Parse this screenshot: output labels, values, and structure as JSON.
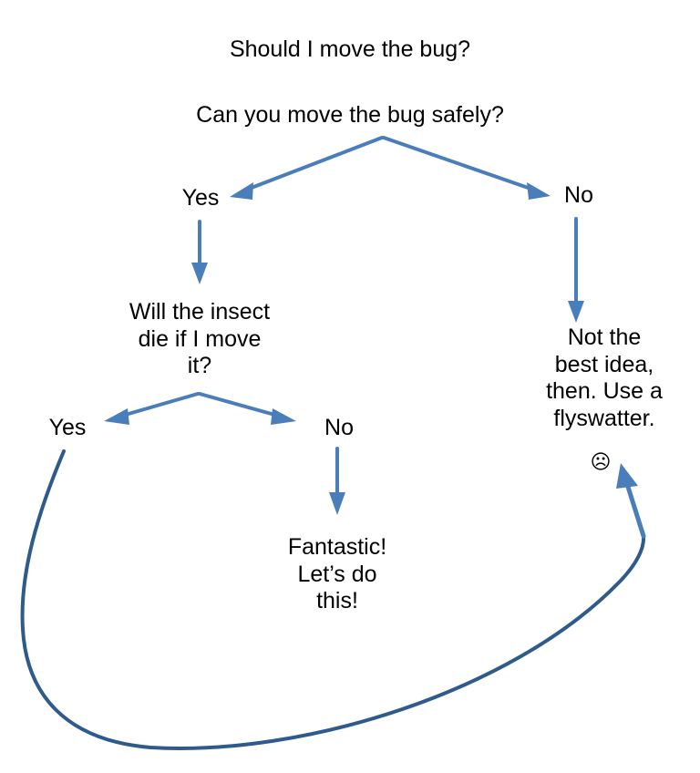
{
  "diagram": {
    "title": "Should I move the bug?",
    "type": "flowchart",
    "background_color": "#ffffff",
    "colors": {
      "arrow_blue": "#4a7ebb",
      "loop_curve_blue": "#2e5a8c",
      "text_black": "#000000"
    },
    "nodes": [
      {
        "id": "title",
        "text": "Should I move the bug?",
        "role": "title"
      },
      {
        "id": "q1",
        "text": "Can you move the bug safely?",
        "role": "decision"
      },
      {
        "id": "q1-yes",
        "text": "Yes",
        "role": "branch-label"
      },
      {
        "id": "q1-no",
        "text": "No",
        "role": "branch-label"
      },
      {
        "id": "q2",
        "text": "Will the insect\ndie if I move\nit?",
        "role": "decision"
      },
      {
        "id": "q2-yes",
        "text": "Yes",
        "role": "branch-label"
      },
      {
        "id": "q2-no",
        "text": "No",
        "role": "branch-label"
      },
      {
        "id": "outcome-no",
        "text": "Not the\nbest idea,\nthen. Use a\nflyswatter.",
        "role": "outcome"
      },
      {
        "id": "outcome-sad-face",
        "text": "☹",
        "role": "emoji"
      },
      {
        "id": "outcome-yes",
        "text": "Fantastic!\nLet’s do\nthis!",
        "role": "outcome"
      }
    ],
    "edges": [
      {
        "from": "q1",
        "to": "q1-yes",
        "style": "arrow",
        "color": "#4a7ebb"
      },
      {
        "from": "q1",
        "to": "q1-no",
        "style": "arrow",
        "color": "#4a7ebb"
      },
      {
        "from": "q1-yes",
        "to": "q2",
        "style": "arrow",
        "color": "#4a7ebb"
      },
      {
        "from": "q1-no",
        "to": "outcome-no",
        "style": "arrow",
        "color": "#4a7ebb"
      },
      {
        "from": "q2",
        "to": "q2-yes",
        "style": "arrow",
        "color": "#4a7ebb"
      },
      {
        "from": "q2",
        "to": "q2-no",
        "style": "arrow",
        "color": "#4a7ebb"
      },
      {
        "from": "q2-no",
        "to": "outcome-yes",
        "style": "arrow",
        "color": "#4a7ebb"
      },
      {
        "from": "q2-yes",
        "to": "outcome-no",
        "style": "long-curved-arrow",
        "color": "#2e5a8c"
      }
    ]
  }
}
